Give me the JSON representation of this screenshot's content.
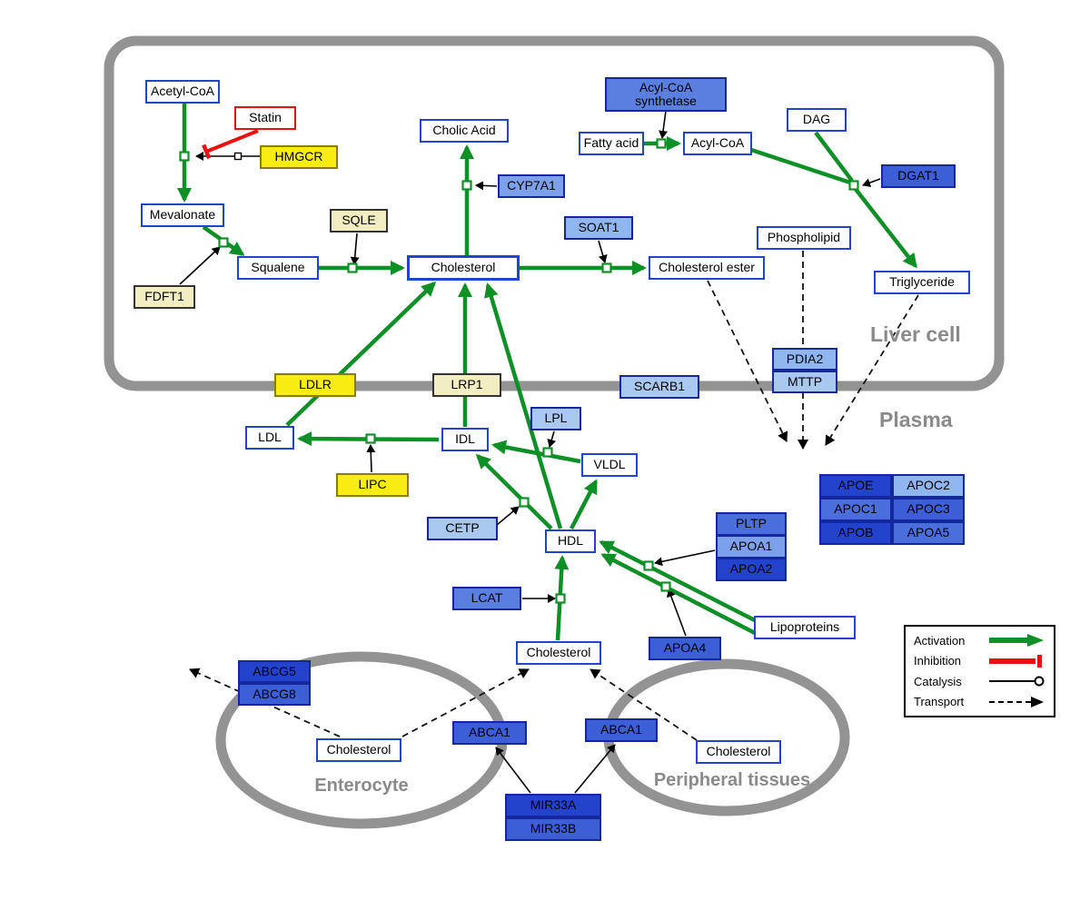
{
  "compartments": {
    "liver": "Liver cell",
    "plasma": "Plasma",
    "enterocyte": "Enterocyte",
    "peripheral": "Peripheral tissues"
  },
  "nodes": {
    "acetyl_coa": {
      "label": "Acetyl-CoA"
    },
    "statin": {
      "label": "Statin"
    },
    "hmgcr": {
      "label": "HMGCR"
    },
    "mevalonate": {
      "label": "Mevalonate"
    },
    "fdft1": {
      "label": "FDFT1"
    },
    "squalene": {
      "label": "Squalene"
    },
    "sqle": {
      "label": "SQLE"
    },
    "cholic_acid": {
      "label": "Cholic Acid"
    },
    "cyp7a1": {
      "label": "CYP7A1"
    },
    "cholesterol_liver": {
      "label": "Cholesterol"
    },
    "soat1": {
      "label": "SOAT1"
    },
    "cholesterol_ester": {
      "label": "Cholesterol ester"
    },
    "acyl_coa_synthetase": {
      "label": "Acyl-CoA synthetase"
    },
    "fatty_acid": {
      "label": "Fatty acid"
    },
    "acyl_coa": {
      "label": "Acyl-CoA"
    },
    "dag": {
      "label": "DAG"
    },
    "dgat1": {
      "label": "DGAT1"
    },
    "phospholipid": {
      "label": "Phospholipid"
    },
    "triglyceride": {
      "label": "Triglyceride"
    },
    "pdia2": {
      "label": "PDIA2"
    },
    "mttp": {
      "label": "MTTP"
    },
    "ldlr": {
      "label": "LDLR"
    },
    "lrp1": {
      "label": "LRP1"
    },
    "scarb1": {
      "label": "SCARB1"
    },
    "ldl": {
      "label": "LDL"
    },
    "idl": {
      "label": "IDL"
    },
    "lpl": {
      "label": "LPL"
    },
    "vldl": {
      "label": "VLDL"
    },
    "lipc": {
      "label": "LIPC"
    },
    "cetp": {
      "label": "CETP"
    },
    "hdl": {
      "label": "HDL"
    },
    "pltp": {
      "label": "PLTP"
    },
    "apoa1": {
      "label": "APOA1"
    },
    "apoa2": {
      "label": "APOA2"
    },
    "lcat": {
      "label": "LCAT"
    },
    "apoa4": {
      "label": "APOA4"
    },
    "lipoproteins": {
      "label": "Lipoproteins"
    },
    "apoe": {
      "label": "APOE"
    },
    "apoc2": {
      "label": "APOC2"
    },
    "apoc1": {
      "label": "APOC1"
    },
    "apoc3": {
      "label": "APOC3"
    },
    "apob": {
      "label": "APOB"
    },
    "apoa5": {
      "label": "APOA5"
    },
    "cholesterol_plasma": {
      "label": "Cholesterol"
    },
    "abcg5": {
      "label": "ABCG5"
    },
    "abcg8": {
      "label": "ABCG8"
    },
    "cholesterol_enterocyte": {
      "label": "Cholesterol"
    },
    "abca1_left": {
      "label": "ABCA1"
    },
    "abca1_right": {
      "label": "ABCA1"
    },
    "cholesterol_peripheral": {
      "label": "Cholesterol"
    },
    "mir33a": {
      "label": "MIR33A"
    },
    "mir33b": {
      "label": "MIR33B"
    }
  },
  "legend": {
    "activation": "Activation",
    "inhibition": "Inhibition",
    "catalysis": "Catalysis",
    "transport": "Transport"
  },
  "colors": {
    "activation_green": "#0f9027",
    "inhibition_red": "#e81010",
    "membrane_gray": "#939393",
    "metabolite_border_blue": "#2244cc",
    "enzyme_yellow": "#f8ec12",
    "pale_yellow": "#f2eec2",
    "blue_dark": "#2443cd",
    "blue_medium": "#4a6fdd",
    "blue_light": "#a8c8f0"
  }
}
